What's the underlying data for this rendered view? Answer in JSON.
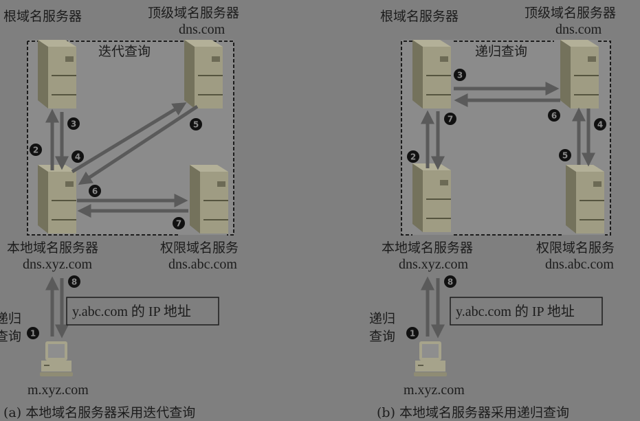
{
  "panel_a": {
    "root_label": "根域名服务器",
    "tld_label": "顶级域名服务器",
    "tld_domain": "dns.com",
    "mode_label": "迭代查询",
    "local_label": "本地域名服务器",
    "local_domain": "dns.xyz.com",
    "auth_label": "权限域名服务",
    "auth_domain": "dns.abc.com",
    "client_query_line1": "递归",
    "client_query_line2": "查询",
    "result_box": "y.abc.com 的 IP 地址",
    "client_host": "m.xyz.com",
    "caption": "(a) 本地域名服务器采用迭代查询",
    "steps": [
      "1",
      "2",
      "3",
      "4",
      "5",
      "6",
      "7",
      "8"
    ]
  },
  "panel_b": {
    "root_label": "根域名服务器",
    "tld_label": "顶级域名服务器",
    "tld_domain": "dns.com",
    "mode_label": "递归查询",
    "local_label": "本地域名服务器",
    "local_domain": "dns.xyz.com",
    "auth_label": "权限域名服务",
    "auth_domain": "dns.abc.com",
    "client_query_line1": "递归",
    "client_query_line2": "查询",
    "result_box": "y.abc.com 的 IP 地址",
    "client_host": "m.xyz.com",
    "caption": "(b) 本地域名服务器采用递归查询",
    "steps": [
      "1",
      "2",
      "3",
      "4",
      "5",
      "6",
      "7",
      "8"
    ]
  },
  "colors": {
    "background": "#7f7f7f",
    "region": "#8b8b8b",
    "server_front": "#9f9c83",
    "arrow": "#5a5a5a"
  }
}
